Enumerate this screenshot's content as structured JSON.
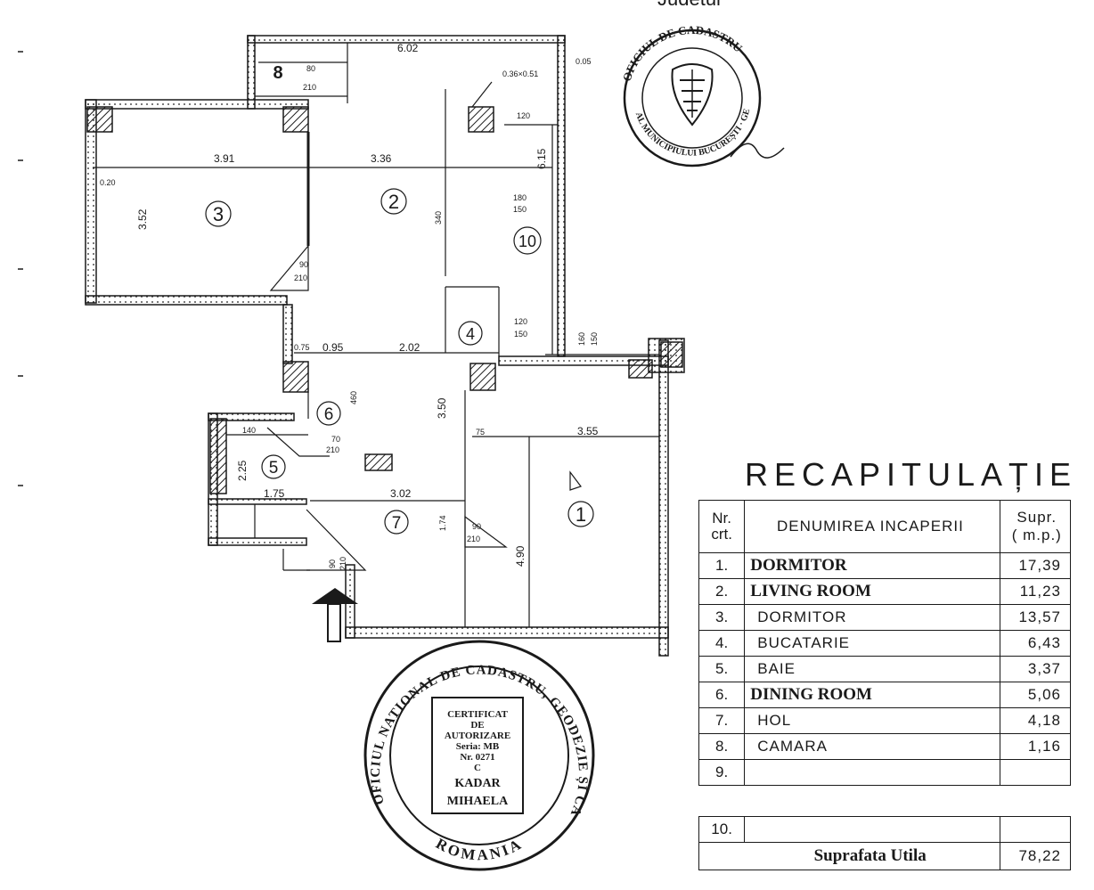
{
  "plan": {
    "rooms": [
      {
        "num": "1"
      },
      {
        "num": "2"
      },
      {
        "num": "3"
      },
      {
        "num": "4"
      },
      {
        "num": "5"
      },
      {
        "num": "6"
      },
      {
        "num": "7"
      },
      {
        "num": "8"
      },
      {
        "num": "10"
      }
    ],
    "dimensions": {
      "d602": "6.02",
      "d391": "3.91",
      "d336": "3.36",
      "d352": "3.52",
      "d615": "6.15",
      "d036": "0.36×0.51",
      "d005": "0.05",
      "d120a": "120",
      "d180": "180",
      "d150a": "150",
      "d90a": "90",
      "d210a": "210",
      "d340": "340",
      "d120b": "120",
      "d150b": "150",
      "d160": "160",
      "d150c": "150",
      "d075": "0.75",
      "d095": "0.95",
      "d202": "2.02",
      "d350": "3.50",
      "d140": "140",
      "d070": "70",
      "d210b": "210",
      "d225": "2.25",
      "d175": "1.75",
      "d302": "3.02",
      "d174": "1.74",
      "d90b": "90",
      "d210c": "210",
      "d355": "3.55",
      "d490": "4.90",
      "d75": "75",
      "d020": "0.20",
      "d90c": "90",
      "d210d": "210",
      "d080": "80",
      "d210e": "210",
      "d460": "460"
    }
  },
  "recap": {
    "title": "RECAPITULAȚIE",
    "head_nr_1": "Nr.",
    "head_nr_2": "crt.",
    "head_name": "DENUMIREA INCAPERII",
    "head_sup_1": "Supr.",
    "head_sup_2": "( m.p.)",
    "rows": [
      {
        "nr": "1.",
        "name": "DORMITOR",
        "area": "17,39"
      },
      {
        "nr": "2.",
        "name": "LIVING ROOM",
        "area": "11,23"
      },
      {
        "nr": "3.",
        "name": "DORMITOR",
        "area": "13,57"
      },
      {
        "nr": "4.",
        "name": "BUCATARIE",
        "area": "6,43"
      },
      {
        "nr": "5.",
        "name": "BAIE",
        "area": "3,37"
      },
      {
        "nr": "6.",
        "name": "DINING ROOM",
        "area": "5,06"
      },
      {
        "nr": "7.",
        "name": "HOL",
        "area": "4,18"
      },
      {
        "nr": "8.",
        "name": "CAMARA",
        "area": "1,16"
      },
      {
        "nr": "9.",
        "name": "",
        "area": ""
      },
      {
        "nr": "10.",
        "name": "",
        "area": ""
      }
    ],
    "total_label": "Suprafata Utila",
    "total_value": "78,22"
  },
  "stamps": {
    "bottom_ring": "OFICIUL NATIONAL DE CADASTRU, GEODEZIE ȘI CARTOGRAFIE",
    "bottom_country": "ROMANIA",
    "top_ring_upper": "OFICIUL DE CADASTRU",
    "top_ring_lower": "AL MUNICIPIULUI BUCUREȘTI · GEODEZIE ȘI CARTOGRAFIE",
    "cert_line1": "CERTIFICAT",
    "cert_line2": "DE",
    "cert_line3": "AUTORIZARE",
    "cert_line4": "Seria: MB",
    "cert_line5": "Nr. 0271",
    "cert_line6": "C",
    "cert_name1": "KADAR",
    "cert_name2": "MIHAELA"
  },
  "header": {
    "partial_text": "Judetul"
  }
}
